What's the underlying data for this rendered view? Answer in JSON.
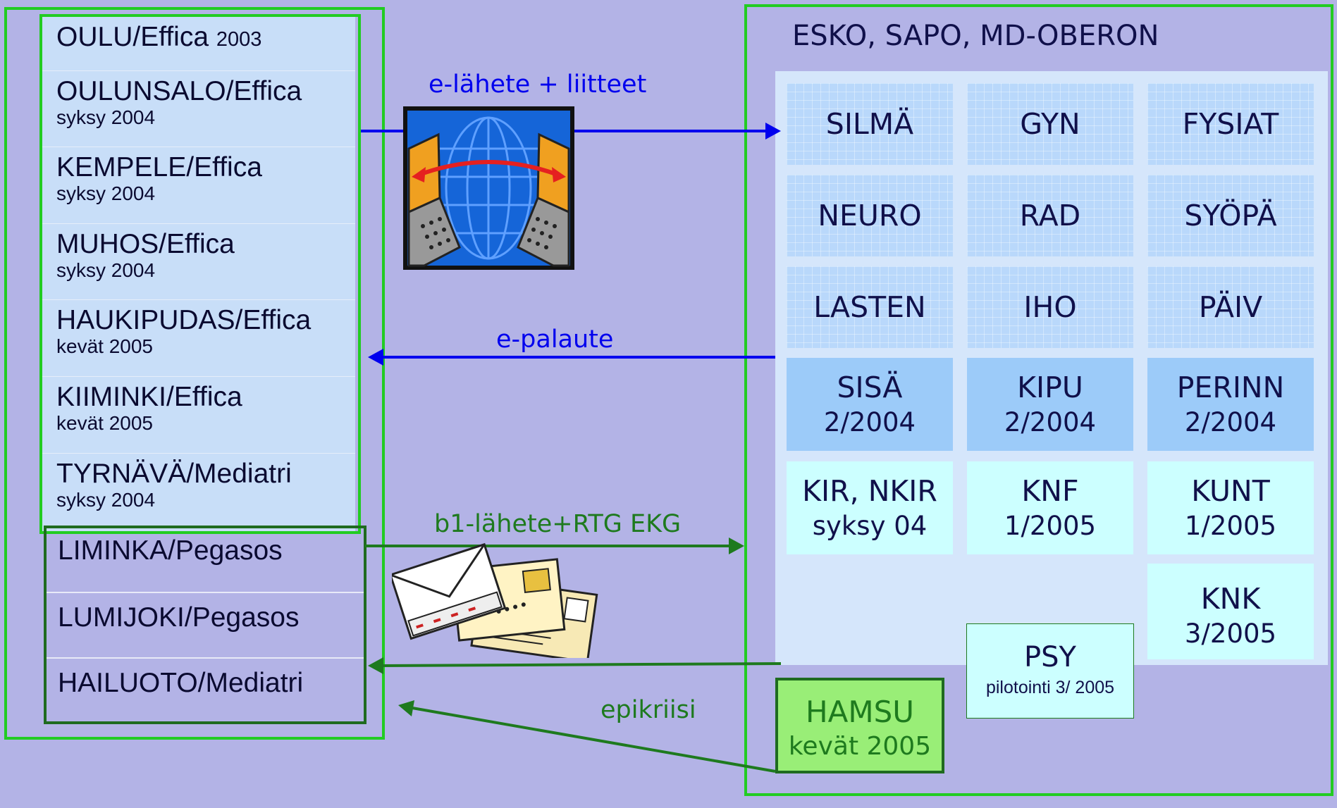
{
  "left_panel": {
    "municipalities": [
      {
        "name": "OULU/Effica",
        "year": "2003",
        "sub": ""
      },
      {
        "name": "OULUNSALO/Effica",
        "year": "",
        "sub": "syksy 2004"
      },
      {
        "name": "KEMPELE/Effica",
        "year": "",
        "sub": "syksy 2004"
      },
      {
        "name": "MUHOS/Effica",
        "year": "",
        "sub": "syksy 2004"
      },
      {
        "name": "HAUKIPUDAS/Effica",
        "year": "",
        "sub": "kevät 2005"
      },
      {
        "name": "KIIMINKI/Effica",
        "year": "",
        "sub": "kevät 2005"
      },
      {
        "name": "TYRNÄVÄ/Mediatri",
        "year": "",
        "sub": "syksy 2004"
      }
    ],
    "pegasos": [
      "LIMINKA/Pegasos",
      "LUMIJOKI/Pegasos",
      "HAILUOTO/Mediatri"
    ]
  },
  "arrows": {
    "e_lahete": "e-lähete + liitteet",
    "e_palaute": "e-palaute",
    "b1_lahete": "b1-lähete+RTG EKG",
    "epikriisi": "epikriisi"
  },
  "icons": {
    "network": "network-computers-icon",
    "mail": "mail-envelopes-icon"
  },
  "right_panel": {
    "title": "ESKO, SAPO, MD-OBERON",
    "grid_tiles": [
      "SILMÄ",
      "GYN",
      "FYSIAT",
      "NEURO",
      "RAD",
      "SYÖPÄ",
      "LASTEN",
      "IHO",
      "PÄIV"
    ],
    "mid_tiles": [
      {
        "name": "SISÄ",
        "date": "2/2004"
      },
      {
        "name": "KIPU",
        "date": "2/2004"
      },
      {
        "name": "PERINN",
        "date": "2/2004"
      }
    ],
    "light_tiles": [
      {
        "name": "KIR, NKIR",
        "date": "syksy 04"
      },
      {
        "name": "KNF",
        "date": "1/2005"
      },
      {
        "name": "KUNT",
        "date": "1/2005"
      },
      {
        "name": "KNK",
        "date": "3/2005"
      }
    ],
    "psy": {
      "name": "PSY",
      "date": "pilotointi 3/ 2005"
    },
    "hamsu": {
      "name": "HAMSU",
      "date": "kevät 2005"
    }
  },
  "colors": {
    "background": "#b3b3e6",
    "frame_green": "#22cc22",
    "frame_dark": "#1f6b1f",
    "arrow_blue": "#0000ee",
    "arrow_green": "#1e7a1e"
  }
}
